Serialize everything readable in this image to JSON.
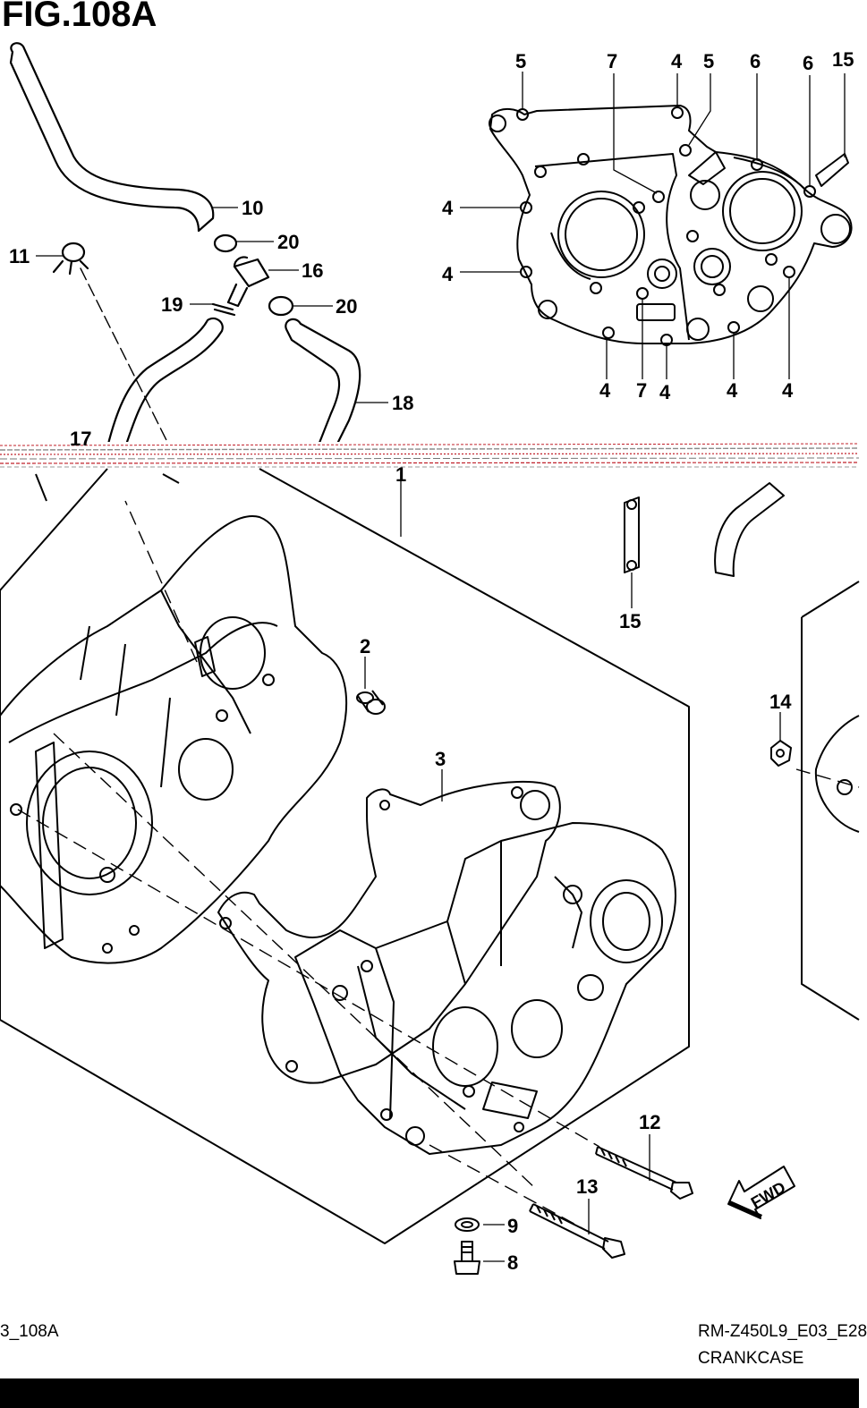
{
  "figure": {
    "title": "FIG.108A",
    "footer_left": "3_108A",
    "footer_model": "RM-Z450L9_E03_E28",
    "footer_section": "CRANKCASE"
  },
  "callouts": {
    "top_right": [
      "5",
      "7",
      "4",
      "5",
      "6",
      "6",
      "15",
      "4",
      "4",
      "4",
      "7",
      "4",
      "4",
      "4"
    ],
    "top_left": [
      "10",
      "11",
      "20",
      "16",
      "19",
      "20",
      "18",
      "17"
    ],
    "main": [
      "1",
      "15",
      "2",
      "14",
      "3",
      "12",
      "13",
      "9",
      "8"
    ]
  },
  "fwd_label": "FWD",
  "colors": {
    "line": "#000000",
    "separator": "#c0202a"
  }
}
